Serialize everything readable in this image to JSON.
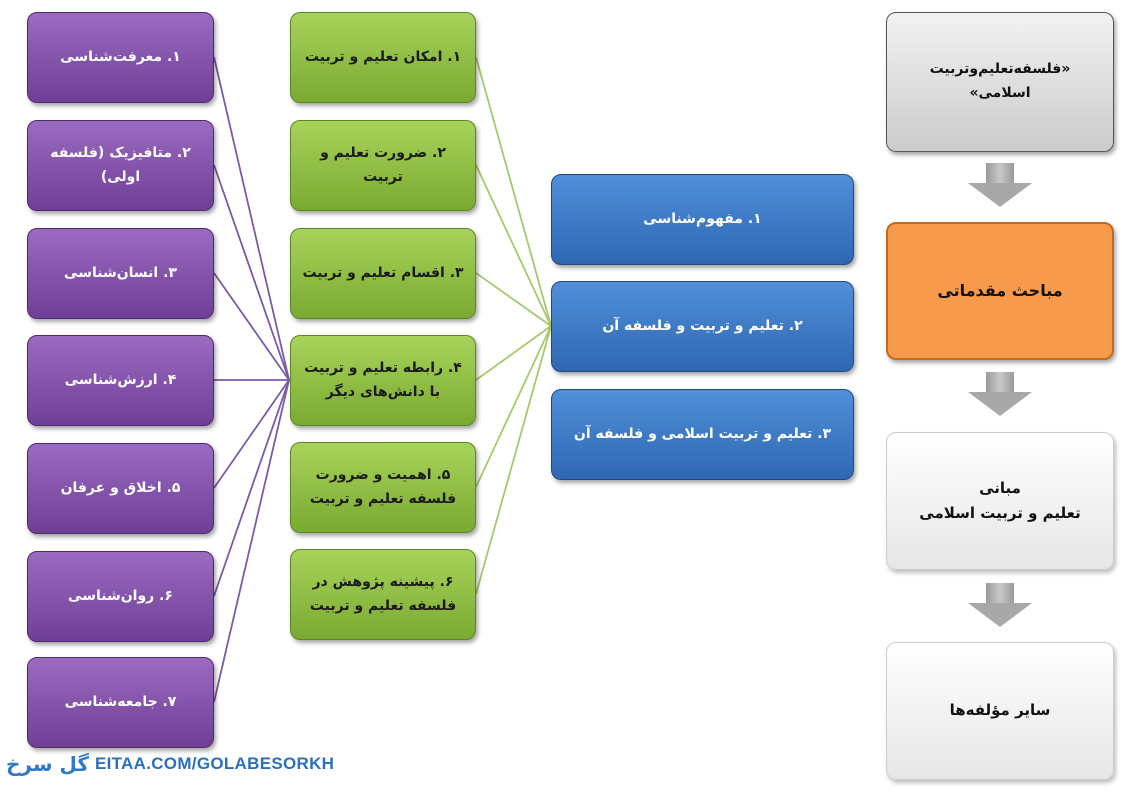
{
  "flow": [
    {
      "text": "«فلسفه‌تعلیم‌وتربیت اسلامی»",
      "style": "gray"
    },
    {
      "text": "مباحث مقدماتی",
      "style": "orange"
    },
    {
      "text": "مبانی\nتعلیم و تربیت اسلامی",
      "style": "white"
    },
    {
      "text": "سایر مؤلفه‌ها",
      "style": "white"
    }
  ],
  "blue_column": [
    "۱. مفهوم‌شناسی",
    "۲. تعلیم و تربیت و فلسفه آن",
    "۳. تعلیم و تربیت اسلامی و فلسفه آن"
  ],
  "green_column": [
    "۱. امکان تعلیم و تربیت",
    "۲. ضرورت تعلیم و تربیت",
    "۳. اقسام تعلیم و تربیت",
    "۴. رابطه تعلیم و تربیت با دانش‌های دیگر",
    "۵. اهمیت و ضرورت فلسفه تعلیم و تربیت",
    "۶. پیشینه پژوهش در فلسفه تعلیم و تربیت"
  ],
  "purple_column": [
    "۱. معرفت‌شناسی",
    "۲. متافیزیک (فلسفه اولی)",
    "۳. انسان‌شناسی",
    "۴. ارزش‌شناسی",
    "۵. اخلاق و عرفان",
    "۶. روان‌شناسی",
    "۷. جامعه‌شناسی"
  ],
  "colors": {
    "green_link": "#a6c96a",
    "purple_link": "#7b5aa6"
  },
  "watermark": {
    "logo": "گل سرخ",
    "text": "EITAA.COM/GOLABESORKH"
  }
}
